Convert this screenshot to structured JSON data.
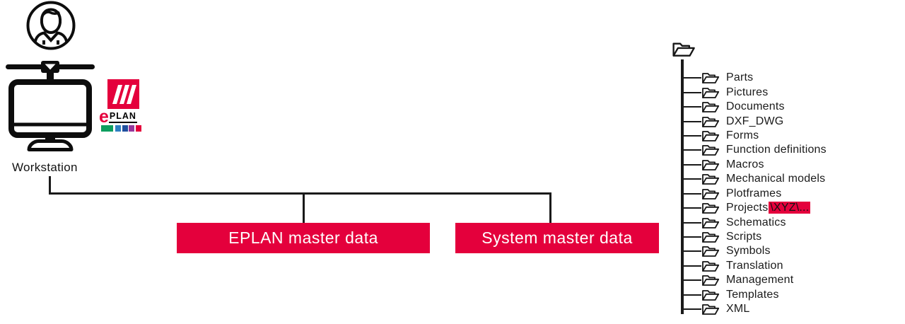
{
  "workstation": {
    "label": "Workstation"
  },
  "logo": {
    "e": "e",
    "plan": "PLAN"
  },
  "boxes": {
    "eplan": "EPLAN master data",
    "system": "System master data"
  },
  "tree": {
    "items": [
      {
        "label": "Parts"
      },
      {
        "label": "Pictures"
      },
      {
        "label": "Documents"
      },
      {
        "label": "DXF_DWG"
      },
      {
        "label": "Forms"
      },
      {
        "label": "Function definitions"
      },
      {
        "label": "Macros"
      },
      {
        "label": "Mechanical models"
      },
      {
        "label": "Plotframes"
      },
      {
        "label": "Projects",
        "highlight": "\\XYZ\\..."
      },
      {
        "label": "Schematics"
      },
      {
        "label": "Scripts"
      },
      {
        "label": "Symbols"
      },
      {
        "label": "Translation"
      },
      {
        "label": "Management"
      },
      {
        "label": "Templates"
      },
      {
        "label": "XML"
      }
    ]
  },
  "icons": {
    "user": "person-in-circle outline",
    "workstation": "monitor with network connector bar",
    "folder": "open-folder outline"
  },
  "colors": {
    "accent": "#E4003C",
    "line": "#1A1A1A",
    "logo_bar": [
      "#0D9E5F",
      "#2E7FC2",
      "#20509E",
      "#94379B",
      "#E4003C"
    ]
  }
}
